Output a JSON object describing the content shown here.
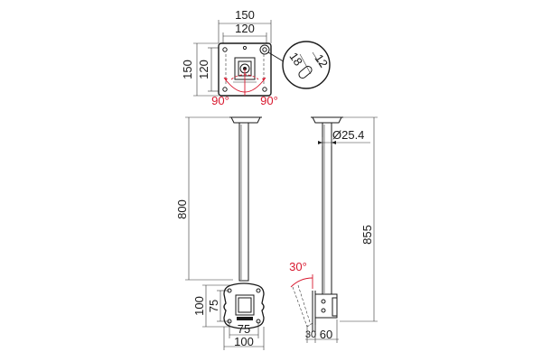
{
  "plate_dims": {
    "width_outer": "150",
    "width_inner": "120",
    "height_outer": "150",
    "height_inner": "120"
  },
  "angles": {
    "tilt_left": "90°",
    "tilt_right": "90°",
    "tilt_side": "30°"
  },
  "detail_dims": {
    "d1": "18",
    "d2": "12"
  },
  "pole_dims": {
    "length_front": "800",
    "diameter": "Ø25.4",
    "length_side": "855"
  },
  "bracket_dims": {
    "height_outer": "100",
    "height_inner": "75",
    "width_inner": "75",
    "width_outer": "100",
    "side_a": "30",
    "side_b": "60"
  },
  "colors": {
    "line": "#1a1a1a",
    "accent": "#d8192f"
  }
}
